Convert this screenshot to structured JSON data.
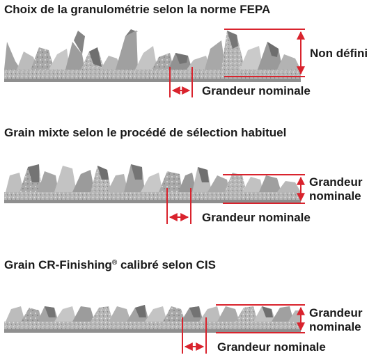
{
  "colors": {
    "accent": "#d9232d",
    "grain_light": "#bdbdbd",
    "grain_mid": "#9a9a9a",
    "grain_dark": "#6f6f6f",
    "text": "#1a1a1a"
  },
  "sections": [
    {
      "title": "Choix de la granulométrie selon la norme FEPA",
      "side_label_line1": "Non défini",
      "side_label_line2": "",
      "bottom_label": "Grandeur nominale"
    },
    {
      "title": "Grain mixte selon le procédé de sélection habituel",
      "side_label_line1": "Grandeur",
      "side_label_line2": "nominale",
      "bottom_label": "Grandeur nominale"
    },
    {
      "title_main": "Grain CR-Finishing",
      "title_registered": "®",
      "title_rest": " calibré selon CIS",
      "side_label_line1": "Grandeur",
      "side_label_line2": "nominale",
      "bottom_label": "Grandeur nominale"
    }
  ]
}
